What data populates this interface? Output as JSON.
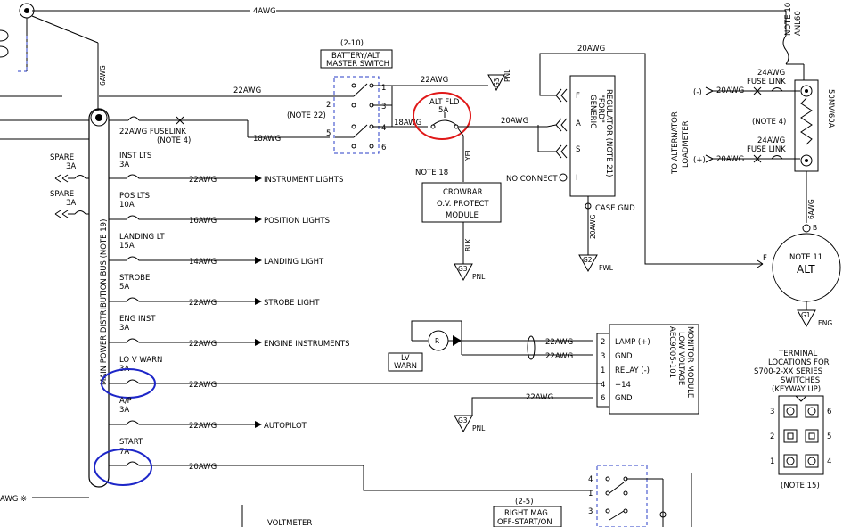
{
  "top_wire_label": "4AWG",
  "left_bus_wire_label": "6AWG",
  "note_10": "NOTE 10",
  "anl60": "ANL60",
  "master_switch": {
    "ref": "(2-10)",
    "line1": "BATTERY/ALT",
    "line2": "MASTER SWITCH",
    "pins": [
      "1",
      "2",
      "3",
      "4",
      "5",
      "6"
    ],
    "note": "(NOTE 22)"
  },
  "wires": {
    "w22_top": "22AWG",
    "w22_sw": "22AWG",
    "w18": "18AWG",
    "w18_fld": "18AWG",
    "w20_reg": "20AWG",
    "w20_top": "20AWG",
    "w20_lm1": "20AWG",
    "w20_lm2": "20AWG",
    "w24_1": "24AWG",
    "w24_2": "24AWG",
    "w6_alt": "6AWG",
    "w20_case": "20AWG"
  },
  "fuselink": {
    "label": "22AWG FUSELINK",
    "note": "(NOTE 4)"
  },
  "g3": "G3",
  "pnl": "PNL",
  "alt_fld": {
    "name": "ALT FLD",
    "rating": "5A"
  },
  "note18": "NOTE 18",
  "yel": "YEL",
  "blk": "BLK",
  "crowbar": [
    "CROWBAR",
    "O.V. PROTECT",
    "MODULE"
  ],
  "regulator": {
    "lines": [
      "GENERIC",
      "\"FORD\"",
      "REGULATOR (NOTE 21)"
    ],
    "pins": [
      "F",
      "A",
      "S",
      "I"
    ]
  },
  "no_connect": "NO CONNECT",
  "case_gnd": "CASE GND",
  "g2": "G2",
  "fwl": "FWL",
  "loadmeter": {
    "line1": "TO ALTERNATOR",
    "line2": "LOADMETER",
    "minus": "(-)",
    "plus": "(+)"
  },
  "fuse_link": "FUSE LINK",
  "note4": "(NOTE 4)",
  "shunt": "50MV/60A",
  "alt": {
    "note": "NOTE 11",
    "name": "ALT",
    "f": "F",
    "b": "B"
  },
  "g1": "G1",
  "eng": "ENG",
  "bus_label": "MAIN POWER DISTRIBUTION BUS (NOTE 19)",
  "breakers": [
    {
      "name": "SPARE",
      "rating": "3A"
    },
    {
      "name": "SPARE",
      "rating": "3A"
    },
    {
      "name": "INST LTS",
      "rating": "3A",
      "wire": "22AWG",
      "dest": "INSTRUMENT LIGHTS"
    },
    {
      "name": "POS LTS",
      "rating": "10A",
      "wire": "16AWG",
      "dest": "POSITION LIGHTS"
    },
    {
      "name": "LANDING LT",
      "rating": "15A",
      "wire": "14AWG",
      "dest": "LANDING LIGHT"
    },
    {
      "name": "STROBE",
      "rating": "5A",
      "wire": "22AWG",
      "dest": "STROBE LIGHT"
    },
    {
      "name": "ENG INST",
      "rating": "3A",
      "wire": "22AWG",
      "dest": "ENGINE INSTRUMENTS"
    },
    {
      "name": "LO V WARN",
      "rating": "3A",
      "wire": "22AWG",
      "dest": ""
    },
    {
      "name": "A/P",
      "rating": "3A",
      "wire": "22AWG",
      "dest": "AUTOPILOT"
    },
    {
      "name": "START",
      "rating": "7A",
      "wire": "20AWG",
      "dest": ""
    }
  ],
  "lv_warn": [
    "LV",
    "WARN"
  ],
  "r_label": "R",
  "monitor": {
    "lines": [
      "AEC9005-101",
      "LOW VOLTAGE",
      "MONITOR MODULE"
    ],
    "pins": [
      {
        "num": "2",
        "label": "LAMP (+)",
        "wire": "22AWG"
      },
      {
        "num": "3",
        "label": "GND",
        "wire": "22AWG"
      },
      {
        "num": "1",
        "label": "RELAY (-)",
        "wire": ""
      },
      {
        "num": "4",
        "label": "+14",
        "wire": ""
      },
      {
        "num": "6",
        "label": "GND",
        "wire": "22AWG"
      }
    ]
  },
  "terminal": {
    "lines": [
      "TERMINAL",
      "LOCATIONS FOR",
      "S700-2-XX SERIES",
      "SWITCHES",
      "(KEYWAY UP)"
    ],
    "pins": [
      "3",
      "6",
      "2",
      "5",
      "1",
      "4"
    ],
    "note": "(NOTE 15)"
  },
  "right_mag": {
    "ref": "(2-5)",
    "line1": "RIGHT MAG",
    "line2": "OFF-START/ON",
    "pins": [
      "4",
      "1",
      "3"
    ]
  },
  "voltmeter": "VOLTMETER",
  "awg_left": "AWG ※"
}
